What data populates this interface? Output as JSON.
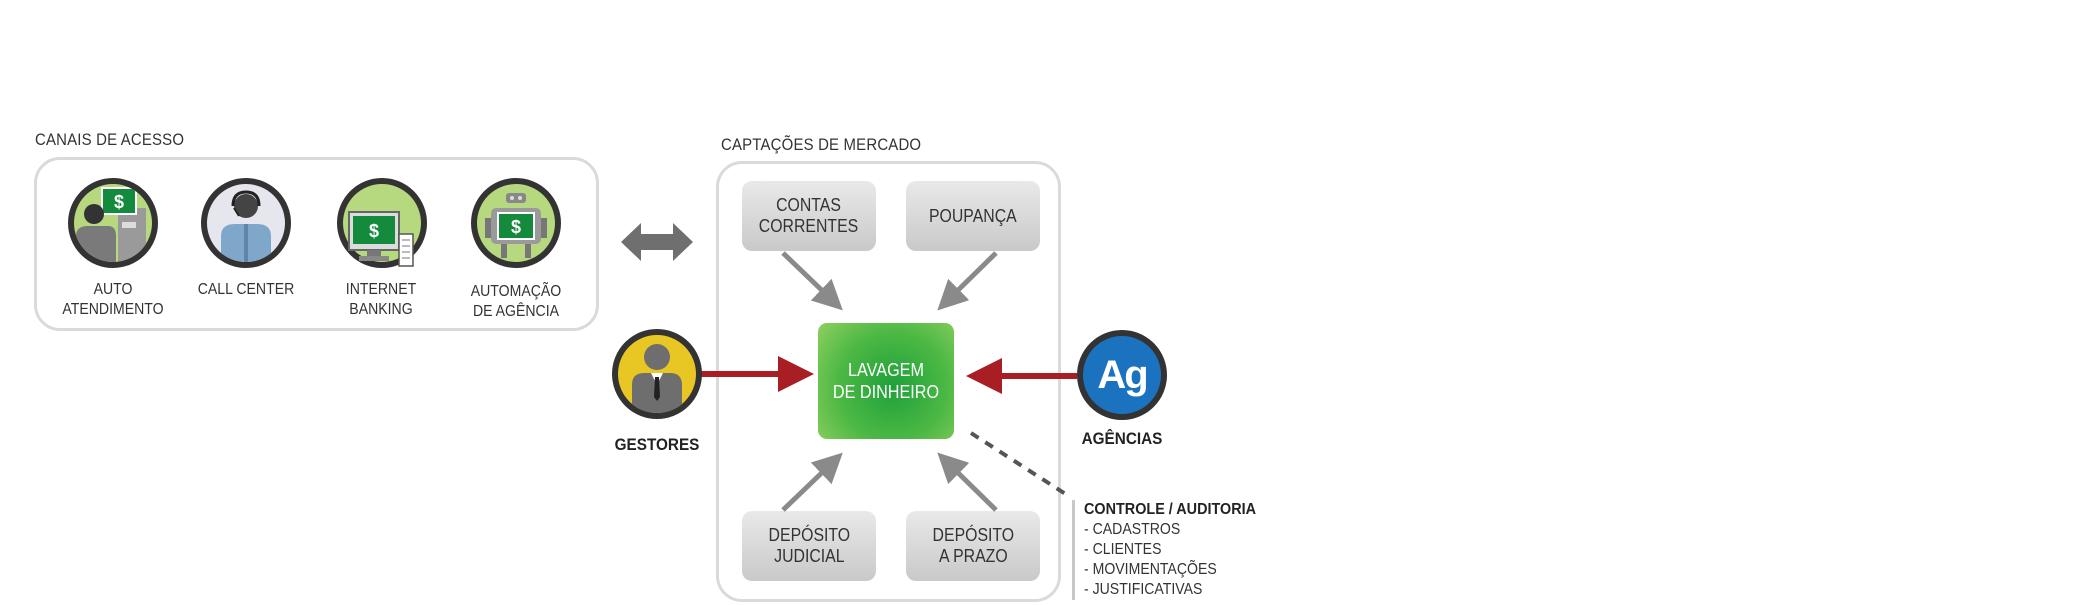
{
  "canais": {
    "title": "CANAIS DE ACESSO",
    "items": [
      {
        "label": "AUTO\nATENDIMENTO",
        "icon": "atm-user-icon"
      },
      {
        "label": "CALL CENTER",
        "icon": "call-center-agent-icon"
      },
      {
        "label": "INTERNET\nBANKING",
        "icon": "computer-dollar-icon"
      },
      {
        "label": "AUTOMAÇÃO\nDE AGÊNCIA",
        "icon": "automation-robot-icon"
      }
    ]
  },
  "captacoes": {
    "title": "CAPTAÇÕES DE MERCADO",
    "contas": "CONTAS\nCORRENTES",
    "poupanca": "POUPANÇA",
    "deposito_judicial": "DEPÓSITO\nJUDICIAL",
    "deposito_prazo": "DEPÓSITO\nA PRAZO",
    "center": "LAVAGEM\nDE DINHEIRO"
  },
  "gestores": {
    "label": "GESTORES"
  },
  "agencias": {
    "label": "AGÊNCIAS",
    "logo_text": "Ag"
  },
  "controle": {
    "title": "CONTROLE / AUDITORIA",
    "items": [
      "- CADASTROS",
      "- CLIENTES",
      "- MOVIMENTAÇÕES",
      "- JUSTIFICATIVAS"
    ]
  },
  "colors": {
    "green": "#3daf3f",
    "red_arrow": "#a81e24",
    "gray_arrow": "#888888",
    "blue_logo": "#1b72bf",
    "yellow": "#e8c623"
  }
}
